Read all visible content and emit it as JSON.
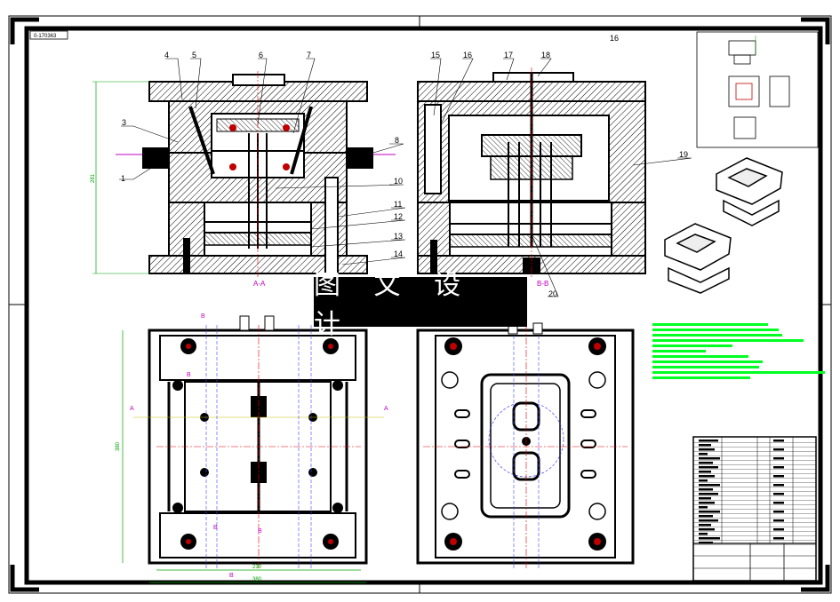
{
  "drawing_code": "0-170363",
  "sheet_marker": "16",
  "watermark_text": "图 文 设 计",
  "part_labels": [
    "1",
    "3",
    "4",
    "5",
    "6",
    "7",
    "8",
    "10",
    "11",
    "12",
    "13",
    "14",
    "15",
    "16",
    "17",
    "18",
    "19",
    "20"
  ],
  "section_labels": {
    "aa": "A-A",
    "bb": "B-B",
    "marker_a": "A",
    "marker_b": "B"
  },
  "dimensions": {
    "front_height": "281",
    "plan_height": "380",
    "plan_inner_width": "230",
    "plan_outer_width": "380"
  },
  "colors": {
    "outline": "#000000",
    "dimension": "#00a000",
    "section": "#c000c0",
    "hatch": "#000000",
    "notes": "#00ff22",
    "centerline": "#e00000"
  }
}
